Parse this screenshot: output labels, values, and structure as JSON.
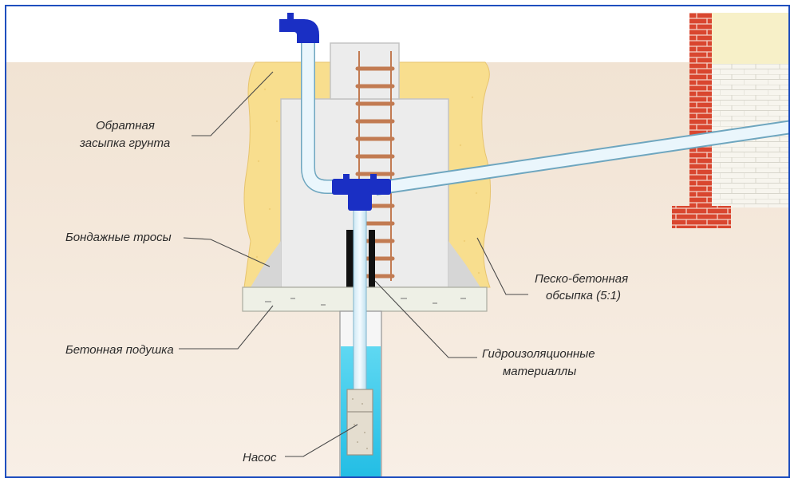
{
  "labels": {
    "backfill_line1": "Обратная",
    "backfill_line2": "засыпка грунта",
    "bandage": "Бондажные тросы",
    "sand_concrete_line1": "Песко-бетонная",
    "sand_concrete_line2": "обсыпка (5:1)",
    "concrete_pad": "Бетонная подушка",
    "waterproof_line1": "Гидроизоляционные",
    "waterproof_line2": "материаллы",
    "pump": "Насос"
  },
  "colors": {
    "soil": "#f4e8da",
    "sand": "#f8de8e",
    "pipe_blue": "#1a2fc4",
    "water": "#2fc6e8",
    "brick": "#d9462f",
    "frame": "#1f4fbf"
  }
}
